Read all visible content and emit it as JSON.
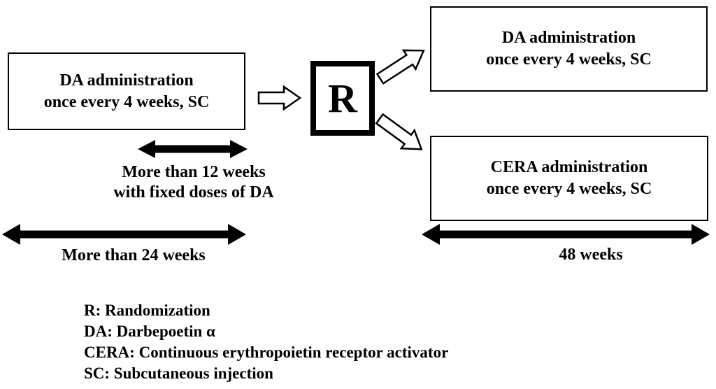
{
  "boxes": {
    "left": {
      "line1": "DA administration",
      "line2": "once every 4 weeks, SC"
    },
    "randomization": {
      "label": "R"
    },
    "top_right": {
      "line1": "DA administration",
      "line2": "once every 4 weeks, SC"
    },
    "bottom_right": {
      "line1": "CERA administration",
      "line2": "once every 4 weeks, SC"
    }
  },
  "timelines": {
    "fixed_dose": {
      "line1": "More than 12 weeks",
      "line2": "with fixed doses of DA"
    },
    "overall": {
      "label": "More than 24 weeks"
    },
    "treatment": {
      "label": "48 weeks"
    }
  },
  "legend": {
    "items": [
      "R: Randomization",
      "DA: Darbepoetin α",
      "CERA: Continuous erythropoietin receptor activator",
      "SC: Subcutaneous injection"
    ]
  },
  "colors": {
    "ink": "#000000",
    "background": "#ffffff"
  }
}
